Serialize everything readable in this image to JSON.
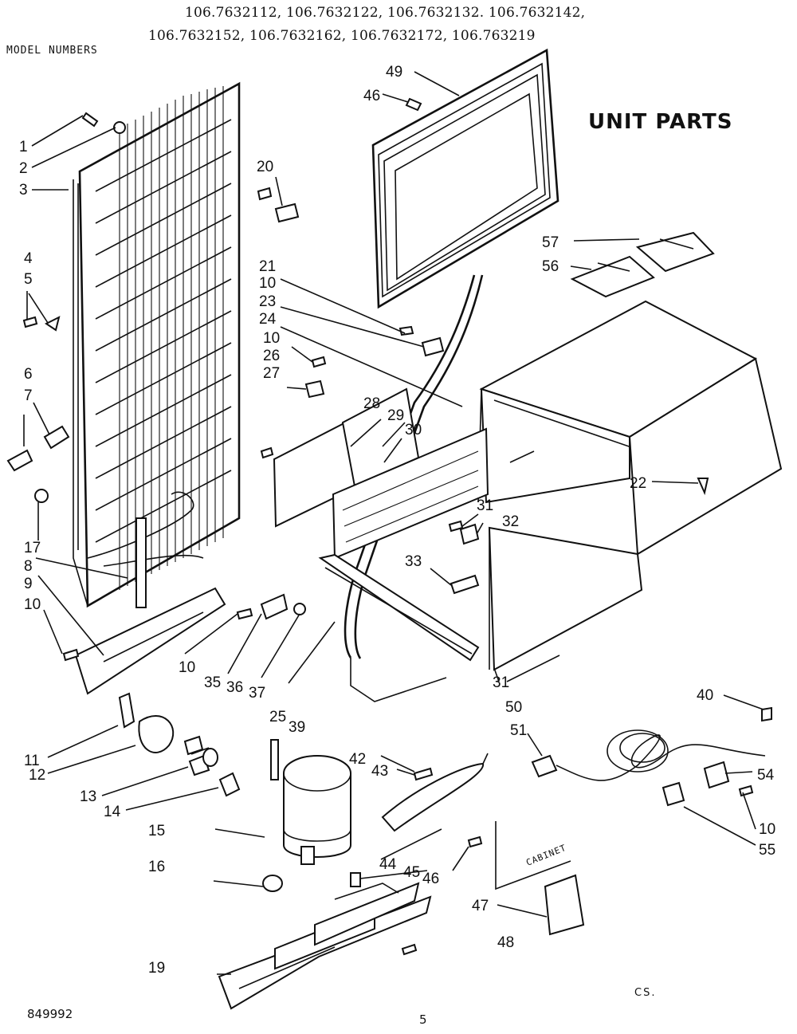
{
  "header": {
    "model_line_1": "106.7632112, 106.7632122, 106.7632132. 106.7632142,",
    "model_line_2": "106.7632152, 106.7632162, 106.7632172, 106.763219",
    "model_numbers_label": "MODEL NUMBERS"
  },
  "title": "UNIT PARTS",
  "footer": {
    "diagram_code": "849992",
    "page_number": "5",
    "corner_mark": "CS."
  },
  "cabinet_text": "CABINET",
  "callouts": [
    "1",
    "2",
    "3",
    "4",
    "5",
    "6",
    "7",
    "17",
    "8",
    "9",
    "10",
    "11",
    "12",
    "13",
    "14",
    "15",
    "16",
    "19",
    "20",
    "21",
    "10",
    "23",
    "24",
    "10",
    "26",
    "27",
    "28",
    "29",
    "30",
    "31",
    "32",
    "33",
    "10",
    "35",
    "36",
    "37",
    "25",
    "39",
    "42",
    "43",
    "44",
    "45",
    "46",
    "47",
    "48",
    "49",
    "46",
    "57",
    "56",
    "22",
    "31",
    "50",
    "51",
    "40",
    "54",
    "10",
    "55"
  ]
}
